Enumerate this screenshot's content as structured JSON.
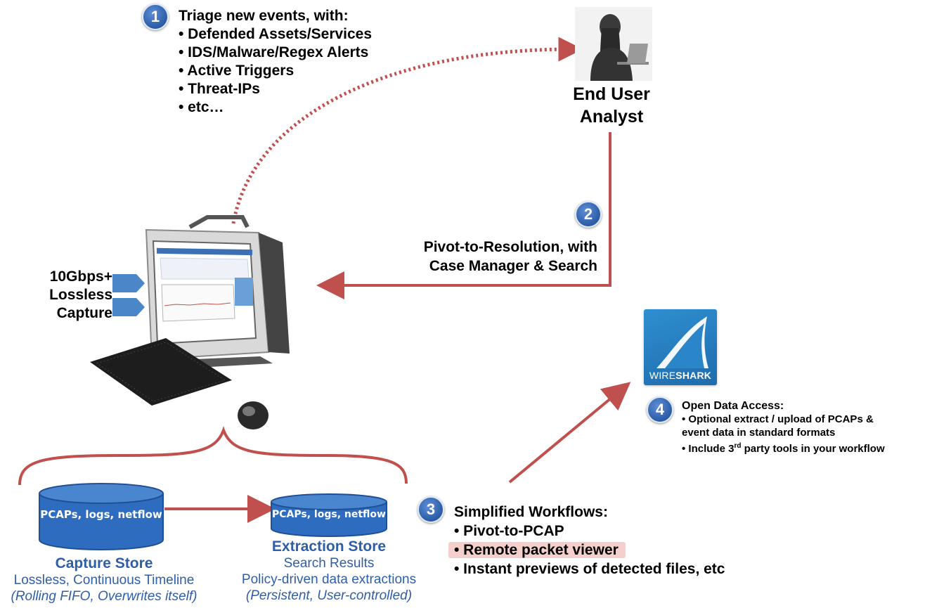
{
  "step1": {
    "number": "1",
    "heading": "Triage new events, with:",
    "items": [
      "• Defended Assets/Services",
      "• IDS/Malware/Regex Alerts",
      "• Active Triggers",
      "• Threat-IPs",
      "• etc…"
    ]
  },
  "analyst": {
    "line1": "End User",
    "line2": "Analyst"
  },
  "step2": {
    "number": "2",
    "line1": "Pivot-to-Resolution, with",
    "line2": "Case Manager & Search"
  },
  "capture_input": {
    "line1": "10Gbps+",
    "line2": "Lossless",
    "line3": "Capture"
  },
  "capture_store": {
    "cylinder_label": "PCAPs, logs, netflow",
    "title": "Capture Store",
    "line1": "Lossless, Continuous Timeline",
    "line2": "(Rolling FIFO, Overwrites itself)"
  },
  "extraction_store": {
    "cylinder_label": "PCAPs, logs, netflow",
    "title": "Extraction Store",
    "line1": "Search Results",
    "line2": "Policy-driven data extractions",
    "line3": "(Persistent, User-controlled)"
  },
  "step3": {
    "number": "3",
    "heading": "Simplified Workflows:",
    "items": [
      "• Pivot-to-PCAP",
      "• Remote packet viewer",
      "• Instant previews of detected files, etc"
    ]
  },
  "wireshark": {
    "text_light": "WIRE",
    "text_bold": "SHARK"
  },
  "step4": {
    "number": "4",
    "heading": "Open Data Access:",
    "items": [
      "• Optional extract / upload of PCAPs &",
      "event data in standard formats",
      "• Include 3",
      "rd",
      " party tools in your workflow"
    ]
  },
  "colors": {
    "arrow": "#c0504d",
    "badge": "#2f5ea8",
    "cylinder": "#2e6cc0",
    "highlight": "#f4cfcb"
  }
}
